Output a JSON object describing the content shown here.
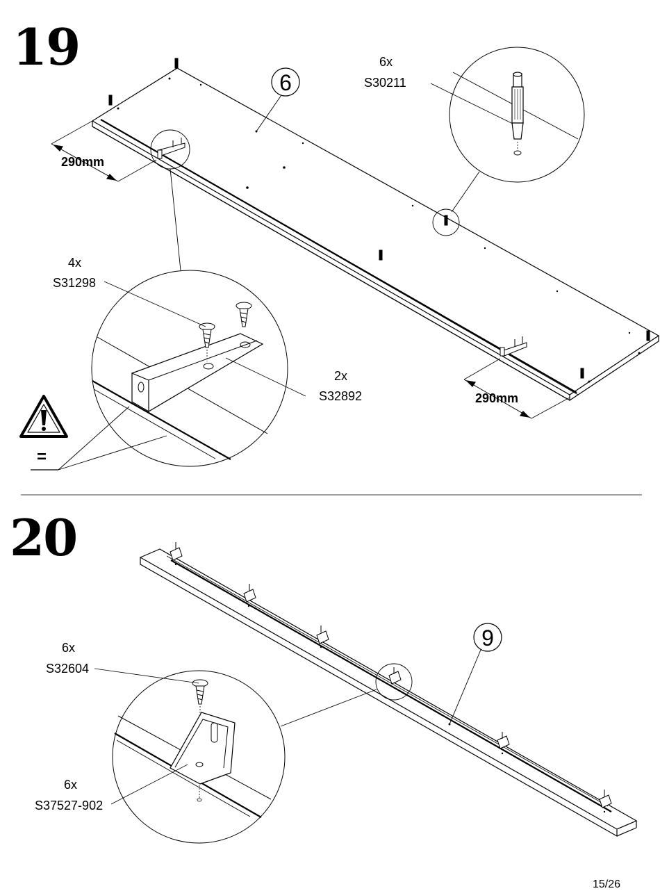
{
  "steps": {
    "step19": {
      "number": "19",
      "part_label": "6",
      "dimension_left": "290mm",
      "dimension_right": "290mm",
      "callout_dowel": {
        "qty": "6x",
        "code": "S30211"
      },
      "callout_screw": {
        "qty": "4x",
        "code": "S31298"
      },
      "callout_bracket": {
        "qty": "2x",
        "code": "S32892"
      },
      "warning_sign": "="
    },
    "step20": {
      "number": "20",
      "part_label": "9",
      "callout_screw": {
        "qty": "6x",
        "code": "S32604"
      },
      "callout_bracket": {
        "qty": "6x",
        "code": "S37527-902"
      }
    }
  },
  "page_number": "15/26"
}
